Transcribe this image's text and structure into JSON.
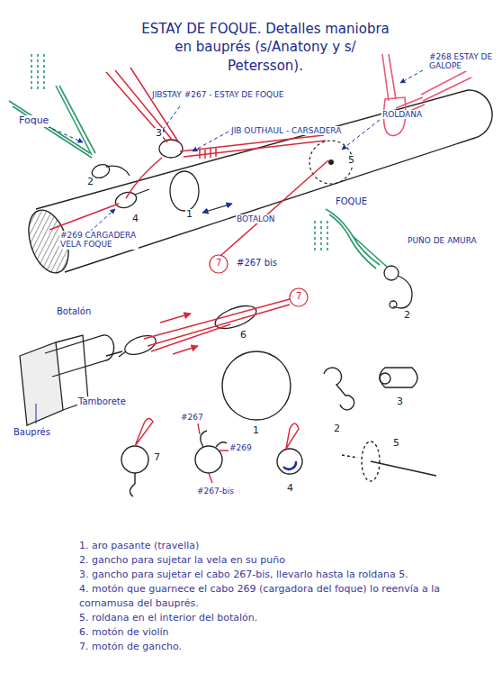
{
  "diagram": {
    "title": "ESTAY DE FOQUE. Detalles maniobra en bauprés (s/Anatony y s/ Petersson).",
    "labels": [
      "Foque",
      "#268 ESTAY DE GALOPE",
      "JIBSTAY #267 - ESTAY DE FOQUE",
      "JIB OUTHAUL - CARSADERA",
      "ROLDANA",
      "BOTALON",
      "#269 CARGADERA VELA FOQUE",
      "#267 bis",
      "3",
      "2",
      "1",
      "4",
      "5",
      "7",
      "FOQUE",
      "PUÑO DE AMURA",
      "2",
      "Botalón",
      "7",
      "6",
      "Tamborete",
      "Bauprés",
      "1",
      "2",
      "3",
      "5",
      "7",
      "#267",
      "#269",
      "#267-bis",
      "4",
      "1. aro pasante (travella)",
      "2. gancho para sujetar la vela en su puño",
      "3. gancho para sujetar el cabo 267-bis, llevarlo hasta la roldana 5.",
      "4. motón que guarnece el cabo 269 (cargadora del foque) lo reenvía a la cornamusa del bauprés.",
      "5. roldana en el interior del botalón.",
      "6. motón de violín",
      "7. motón de gancho."
    ]
  }
}
